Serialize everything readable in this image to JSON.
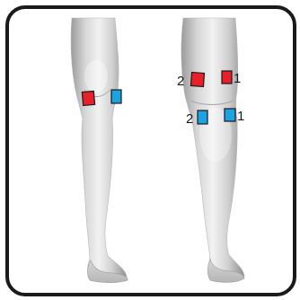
{
  "colors": {
    "upper_electrode": "#e8202a",
    "lower_electrode": "#1ba3e3",
    "border": "#1a1a1a",
    "skin_light": "#eeeeee",
    "skin_mid": "#c4c4c4",
    "skin_dark": "#8e8e8e"
  },
  "legs": {
    "left": {
      "view": "front"
    },
    "right": {
      "view": "back",
      "labels": {
        "upper_left": "2",
        "upper_right": "1",
        "lower_left": "2",
        "lower_right": "1"
      }
    }
  }
}
